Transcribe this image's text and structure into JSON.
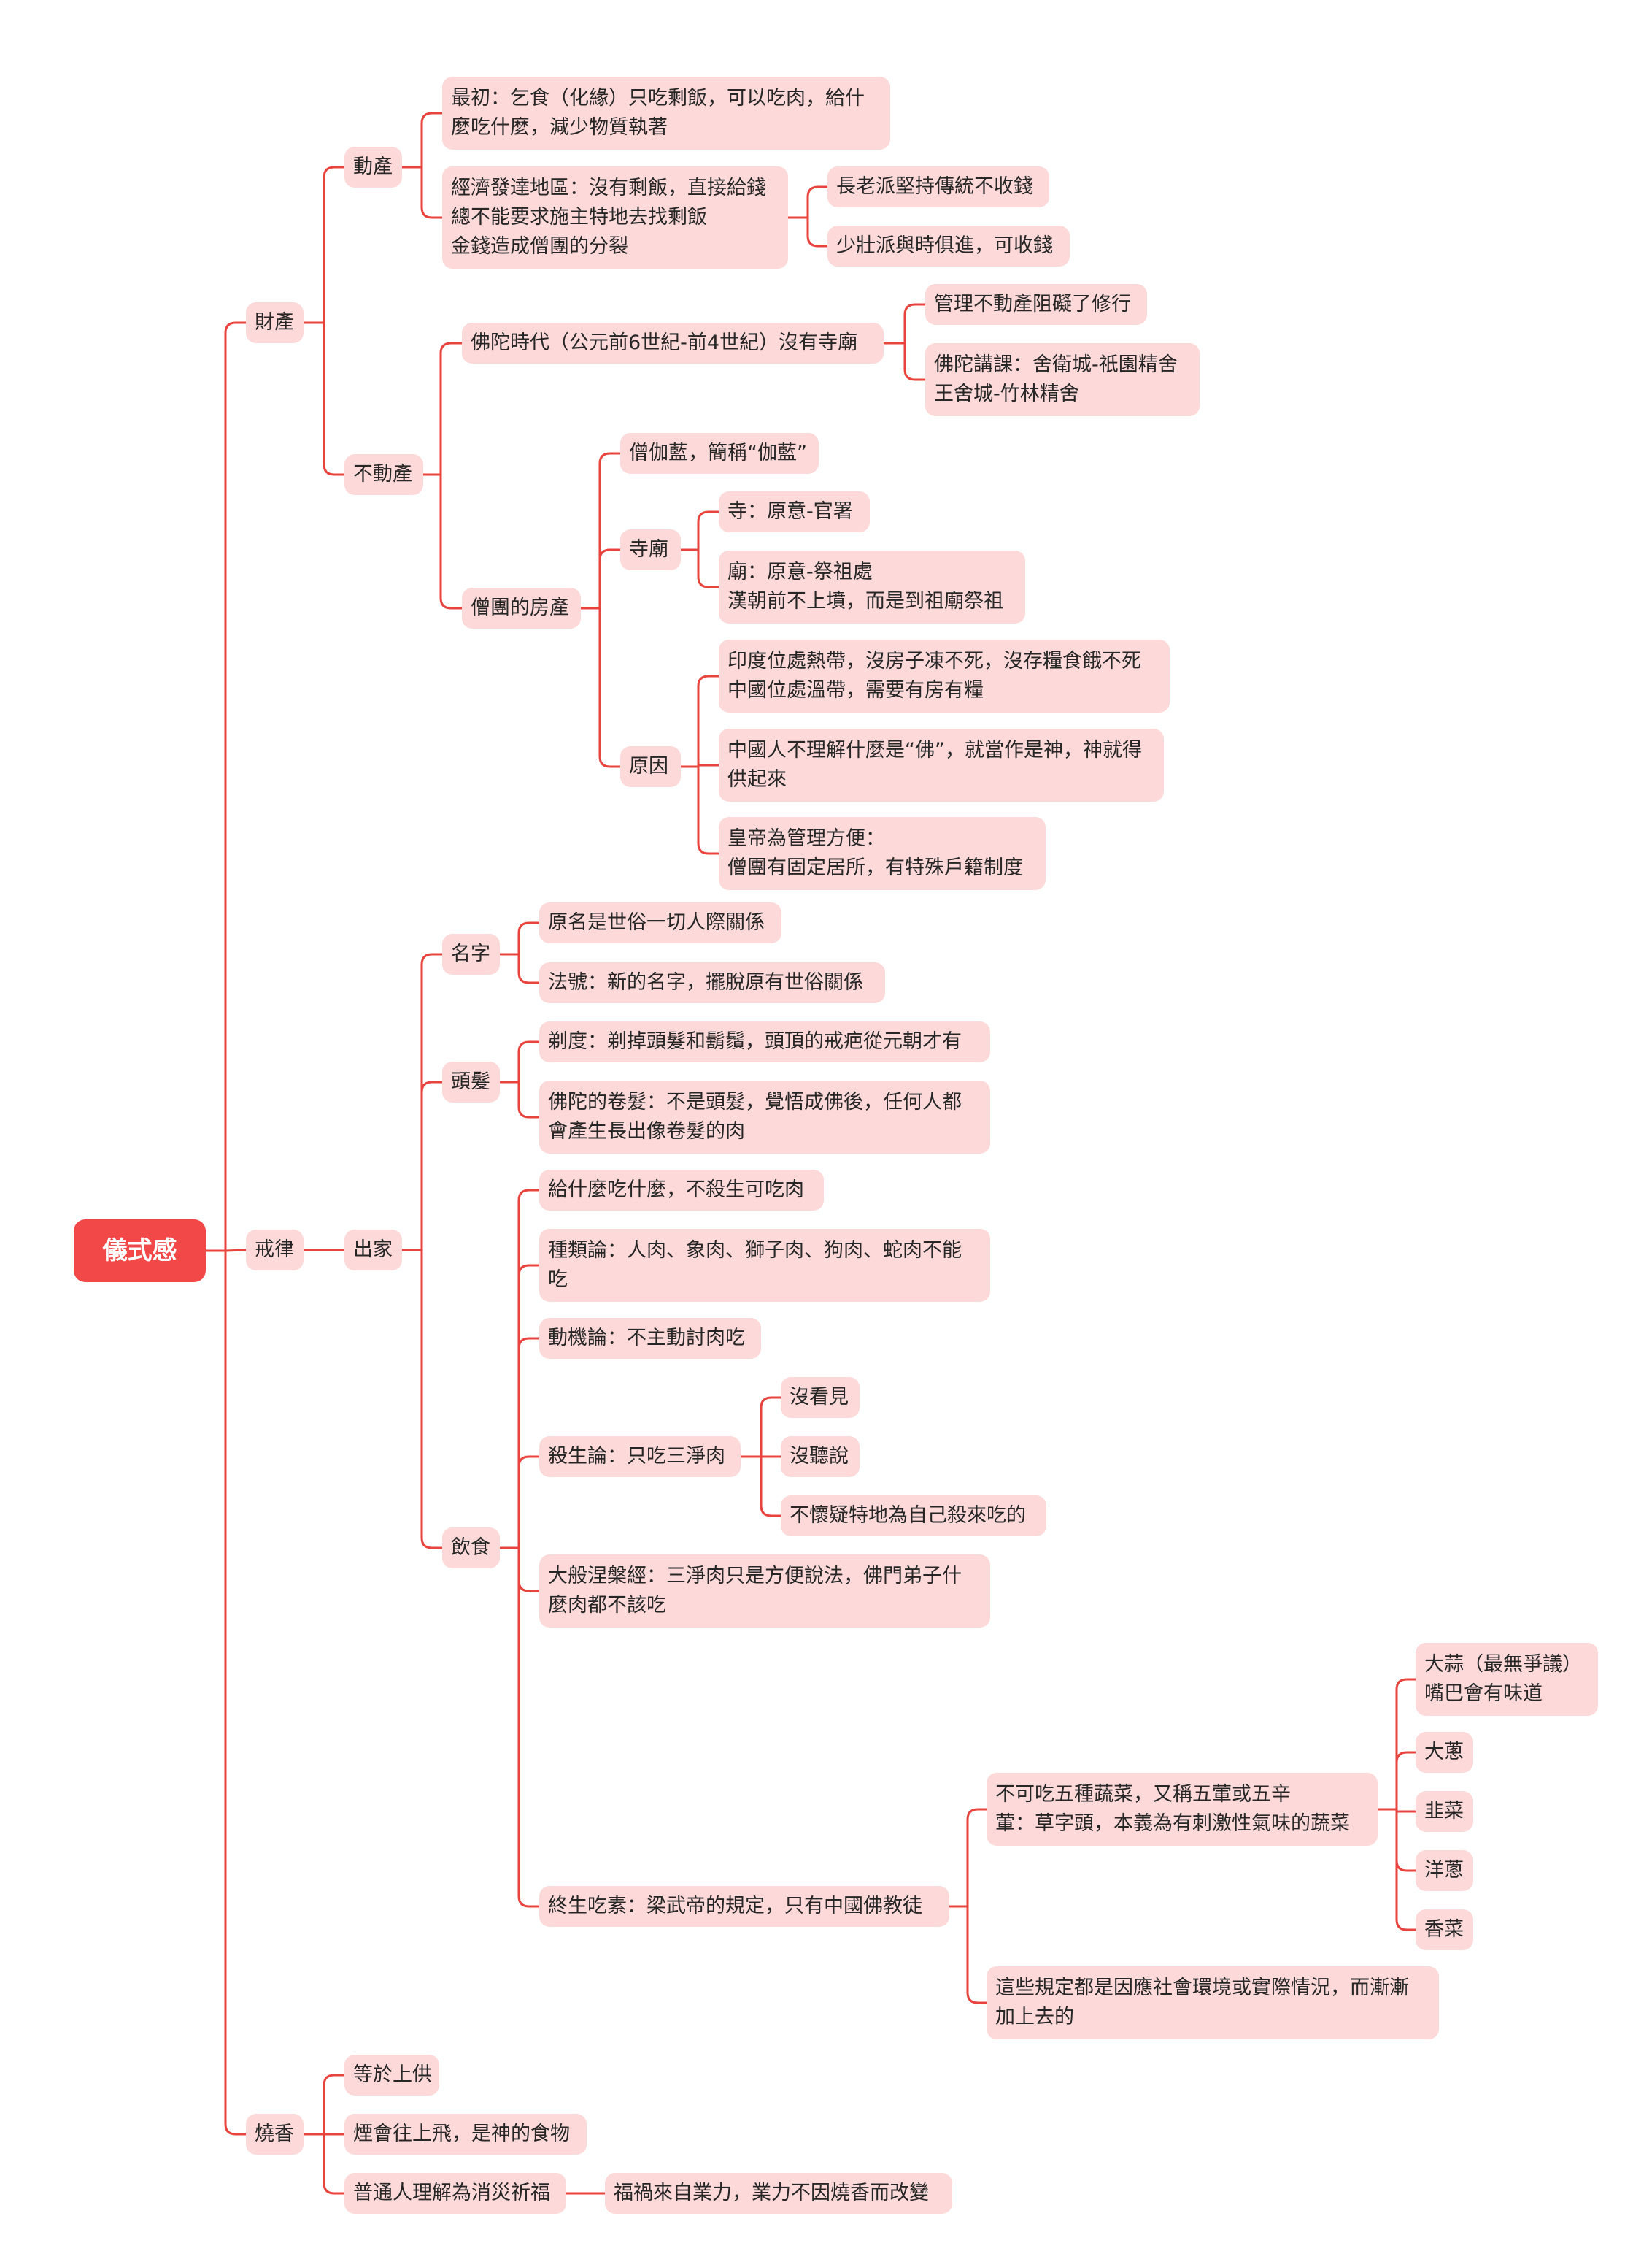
{
  "mindmap": {
    "root": "儀式感",
    "nodes": {
      "caichan": "財產",
      "dongchan": "動產",
      "dongchan_1": "最初：乞食（化緣）只吃剩飯，可以吃肉，給什\n麼吃什麼，減少物質執著",
      "dongchan_2": "經濟發達地區：沒有剩飯，直接給錢\n總不能要求施主特地去找剩飯\n金錢造成僧團的分裂",
      "zhanglao": "長老派堅持傳統不收錢",
      "shaozhuang": "少壯派與時俱進，可收錢",
      "budongchan": "不動產",
      "fotuo_shidai": "佛陀時代（公元前6世紀-前4世紀）沒有寺廟",
      "guanli": "管理不動產阻礙了修行",
      "jiangke": "佛陀講課：舍衛城-祇園精舍\n王舍城-竹林精舍",
      "fangchan": "僧團的房產",
      "qielan": "僧伽藍，簡稱“伽藍”",
      "simiao": "寺廟",
      "si": "寺：原意-官署",
      "miao": "廟：原意-祭祖處\n漢朝前不上墳，而是到祖廟祭祖",
      "yuanyin": "原因",
      "yuanyin_1": "印度位處熱帶，沒房子凍不死，沒存糧食餓不死\n中國位處溫帶，需要有房有糧",
      "yuanyin_2": "中國人不理解什麼是“佛”，就當作是神，神就得\n供起來",
      "yuanyin_3": "皇帝為管理方便：\n僧團有固定居所，有特殊戶籍制度",
      "jielv": "戒律",
      "chujia": "出家",
      "mingzi": "名字",
      "yuanming": "原名是世俗一切人際關係",
      "fahao": "法號：新的名字，擺脫原有世俗關係",
      "toufa": "頭髮",
      "tidu": "剃度：剃掉頭髮和鬍鬚，頭頂的戒疤從元朝才有",
      "juanfa": "佛陀的卷髮：不是頭髮，覺悟成佛後，任何人都\n會產生長出像卷髮的肉",
      "yinshi": "飲食",
      "yinshi_1": "給什麼吃什麼，不殺生可吃肉",
      "zhonglei": "種類論：人肉、象肉、獅子肉、狗肉、蛇肉不能\n吃",
      "dongji": "動機論：不主動討肉吃",
      "shasheng": "殺生論：只吃三淨肉",
      "mei_kanjian": "沒看見",
      "mei_tingshuo": "沒聽說",
      "bu_huaiyi": "不懷疑特地為自己殺來吃的",
      "niepan": "大般涅槃經：三淨肉只是方便說法，佛門弟子什\n麼肉都不該吃",
      "chisu": "終生吃素：梁武帝的規定，只有中國佛教徒",
      "wuhun": "不可吃五種蔬菜，又稱五葷或五辛\n葷：草字頭，本義為有刺激性氣味的蔬菜",
      "dasuan": "大蒜（最無爭議）\n嘴巴會有味道",
      "dacong": "大蔥",
      "jiucai": "韭菜",
      "yangcong": "洋蔥",
      "xiangcai": "香菜",
      "guiding": "這些規定都是因應社會環境或實際情況，而漸漸\n加上去的",
      "shaoxiang": "燒香",
      "shangong": "等於上供",
      "yan": "煙會往上飛，是神的食物",
      "xiaozai": "普通人理解為消災祈福",
      "yeli": "福禍來自業力，業力不因燒香而改變"
    }
  },
  "colors": {
    "root_fill": "#f24848",
    "node_fill": "#fdd9d9",
    "line": "#e8433d",
    "text": "#262626"
  }
}
